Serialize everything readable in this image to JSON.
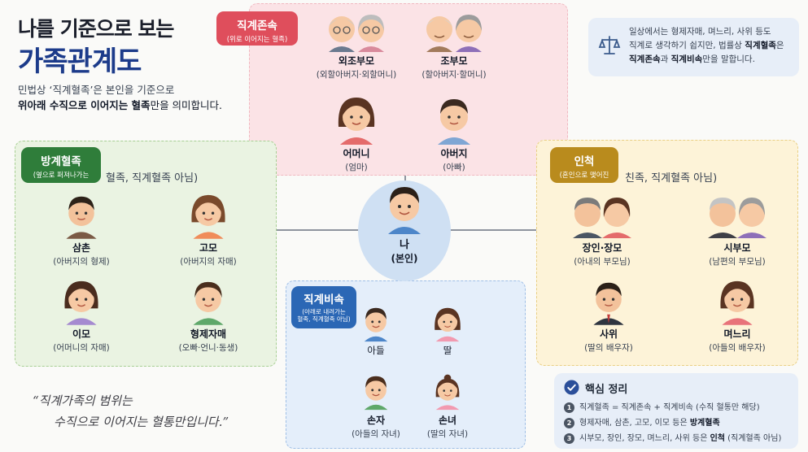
{
  "header": {
    "title_line1": "나를 기준으로 보는",
    "title_line2": "가족관계도",
    "intro_line1": "민법상 ‘직계혈족’은 본인을 기준으로",
    "intro_line2_bold": "위아래 수직으로 이어지는 혈족",
    "intro_line2_rest": "만을 의미합니다."
  },
  "info_box": {
    "line1": "일상에서는 형제자매, 며느리, 사위 등도",
    "line2_pre": "직계로 생각하기 쉽지만, 법률상 ",
    "line2_bold": "직계혈족",
    "line2_post": "은",
    "line3_b1": "직계존속",
    "line3_mid": "과 ",
    "line3_b2": "직계비속",
    "line3_post": "만을 말합니다."
  },
  "ascendants": {
    "title": "직계존속",
    "subtitle": "(위로 이어지는 혈족)",
    "maternal_grandparents": {
      "name": "외조부모",
      "sub": "(외할아버지·외할머니)"
    },
    "paternal_grandparents": {
      "name": "조부모",
      "sub": "(할아버지·할머니)"
    },
    "mother": {
      "name": "어머니",
      "sub": "(엄마)"
    },
    "father": {
      "name": "아버지",
      "sub": "(아빠)"
    }
  },
  "collateral": {
    "title": "방계혈족",
    "subtitle": "(옆으로 퍼져나가는",
    "note": "혈족, 직계혈족 아님)",
    "uncle": {
      "name": "삼촌",
      "sub": "(아버지의 형제)"
    },
    "paternal_aunt": {
      "name": "고모",
      "sub": "(아버지의 자매)"
    },
    "maternal_aunt": {
      "name": "이모",
      "sub": "(어머니의 자매)"
    },
    "siblings": {
      "name": "형제자매",
      "sub": "(오빠·언니·동생)"
    }
  },
  "me": {
    "name": "나",
    "sub": "(본인)"
  },
  "in_laws": {
    "title": "인척",
    "subtitle": "(혼인으로 맺어진",
    "note": "친족, 직계혈족 아님)",
    "wife_parents": {
      "name": "장인·장모",
      "sub": "(아내의 부모님)"
    },
    "husband_parents": {
      "name": "시부모",
      "sub": "(남편의 부모님)"
    },
    "son_in_law": {
      "name": "사위",
      "sub": "(딸의 배우자)"
    },
    "daughter_in_law": {
      "name": "며느리",
      "sub": "(아들의 배우자)"
    }
  },
  "descendants": {
    "title": "직계비속",
    "subtitle_l1": "(아래로 내려가는",
    "subtitle_l2": "혈족, 직계혈족 아님)",
    "son": {
      "name": "아들"
    },
    "daughter": {
      "name": "딸"
    },
    "grandson": {
      "name": "손자",
      "sub": "(아들의 자녀)"
    },
    "granddaughter": {
      "name": "손녀",
      "sub": "(딸의 자녀)"
    }
  },
  "summary": {
    "title": "핵심 정리",
    "item1_pre": "직계혈족 = 직계존속 + 직계비속 (수직 혈통만 해당)",
    "item2_pre": "형제자매, 삼촌, 고모, 이모 등은 ",
    "item2_bold": "방계혈족",
    "item3_pre": "시부모, 장인, 장모, 며느리, 사위 등은 ",
    "item3_bold": "인척",
    "item3_post": " (직계혈족 아님)",
    "n1": "1",
    "n2": "2",
    "n3": "3"
  },
  "quote": {
    "line1": "“직계가족의 범위는",
    "line2": "수직으로 이어지는 혈통만입니다.”"
  },
  "colors": {
    "pink": "#df4e5c",
    "green": "#2f7d3a",
    "gold": "#b98b1d",
    "blue": "#2b67b5",
    "navy": "#1c3b8a"
  }
}
